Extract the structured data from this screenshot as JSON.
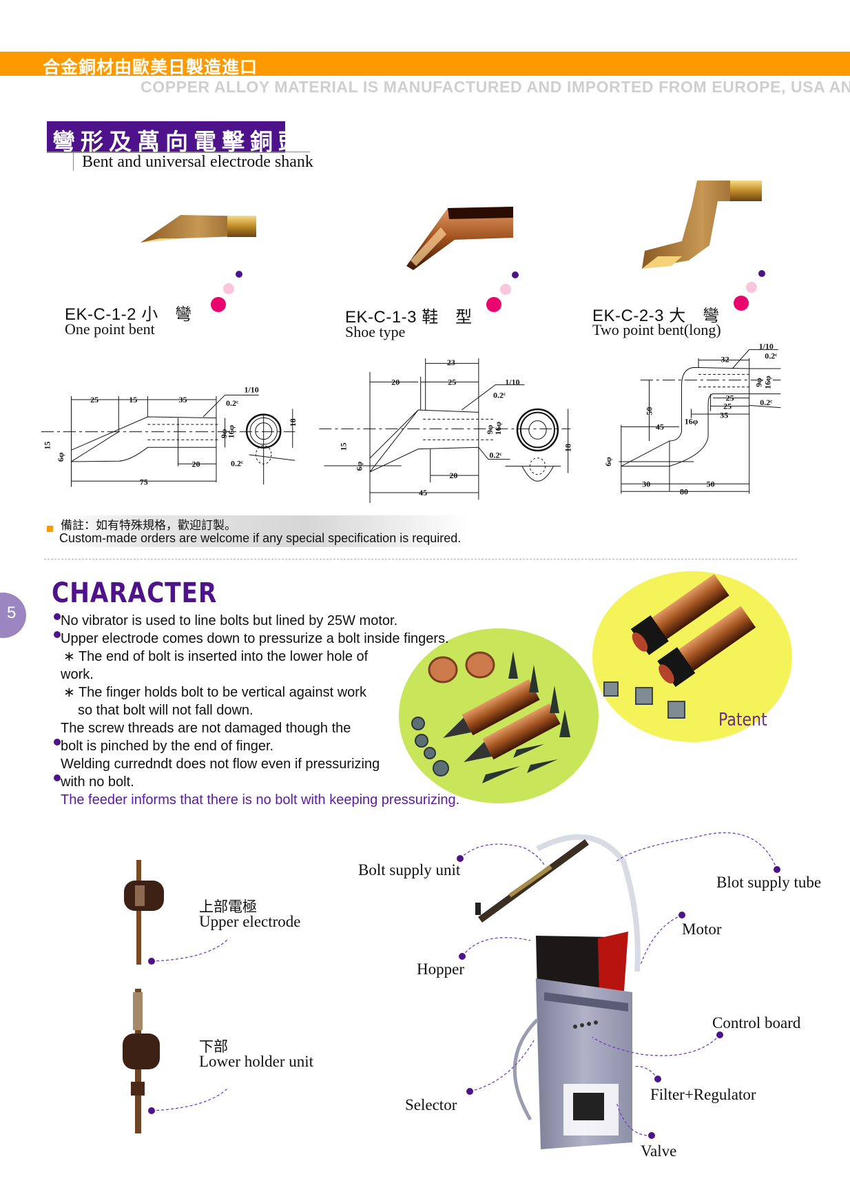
{
  "header": {
    "banner_zh": "合金銅材由歐美日製造進口",
    "banner_en": "COPPER ALLOY MATERIAL IS MANUFACTURED AND IMPORTED FROM EUROPE, USA AND"
  },
  "section_title": {
    "zh": "彎形及萬向電擊銅頭",
    "en": "Bent and universal electrode shank"
  },
  "products": [
    {
      "model": "EK-C-1-2 小　彎",
      "desc": "One point bent",
      "dims": [
        "25",
        "15",
        "35",
        "1/10",
        "0.2ᶜ",
        "9φ",
        "16φ",
        "18",
        "20",
        "0.2ᶜ",
        "75",
        "15",
        "6φ"
      ]
    },
    {
      "model": "EK-C-1-3 鞋　型",
      "desc": "Shoe type",
      "dims": [
        "23",
        "20",
        "25",
        "1/10",
        "0.2ᶜ",
        "9φ",
        "16φ",
        "0.2ᶜ",
        "18",
        "15",
        "6φ",
        "20",
        "45"
      ]
    },
    {
      "model": "EK-C-2-3 大　彎",
      "desc": "Two point bent(long)",
      "dims": [
        "1/10",
        "0.2ᶜ",
        "32",
        "9φ",
        "16φ",
        "25",
        "25",
        "0.2ᶜ",
        "35",
        "50",
        "16φ",
        "45",
        "6φ",
        "30",
        "50",
        "80"
      ]
    }
  ],
  "note": {
    "zh": "備註：如有特殊規格，歡迎訂製。",
    "en": "Custom-made orders are welcome if any special specification is required."
  },
  "page_number": "5",
  "character": {
    "title": "CHARACTER",
    "lines": [
      {
        "bullet": true,
        "text": "No vibrator is used to line bolts but lined by 25W motor."
      },
      {
        "bullet": true,
        "text": "Upper electrode comes down to pressurize a bolt inside fingers."
      },
      {
        "bullet": false,
        "text": "∗ The end of bolt is inserted into the lower hole of"
      },
      {
        "bullet": false,
        "text": "work."
      },
      {
        "bullet": false,
        "text": "∗ The finger holds bolt to be vertical against work"
      },
      {
        "bullet": false,
        "text": "so that bolt will not fall down."
      },
      {
        "bullet": false,
        "text": "The screw threads are not damaged though the"
      },
      {
        "bullet": true,
        "text": "bolt is pinched by the end of finger."
      },
      {
        "bullet": false,
        "text": "Welding curredndt does not flow even if pressurizing"
      },
      {
        "bullet": true,
        "text": "with no bolt."
      },
      {
        "bullet": false,
        "text": "The feeder informs that there is no bolt with keeping pressurizing."
      }
    ],
    "patent_label": "Patent"
  },
  "parts": {
    "upper_zh": "上部電極",
    "upper_en": "Upper electrode",
    "lower_zh": "下部",
    "lower_en": "Lower holder unit",
    "bolt_supply_unit": "Bolt supply unit",
    "blot_supply_tube": "Blot supply tube",
    "motor": "Motor",
    "hopper": "Hopper",
    "control_board": "Control board",
    "filter_regulator": "Filter+Regulator",
    "selector": "Selector",
    "valve": "Valve"
  },
  "colors": {
    "orange": "#fe9a00",
    "purple": "#4e138a",
    "magenta": "#e8066e",
    "pink": "#f9c6de",
    "green": "#c9e65a",
    "yellow": "#f4f45a"
  }
}
